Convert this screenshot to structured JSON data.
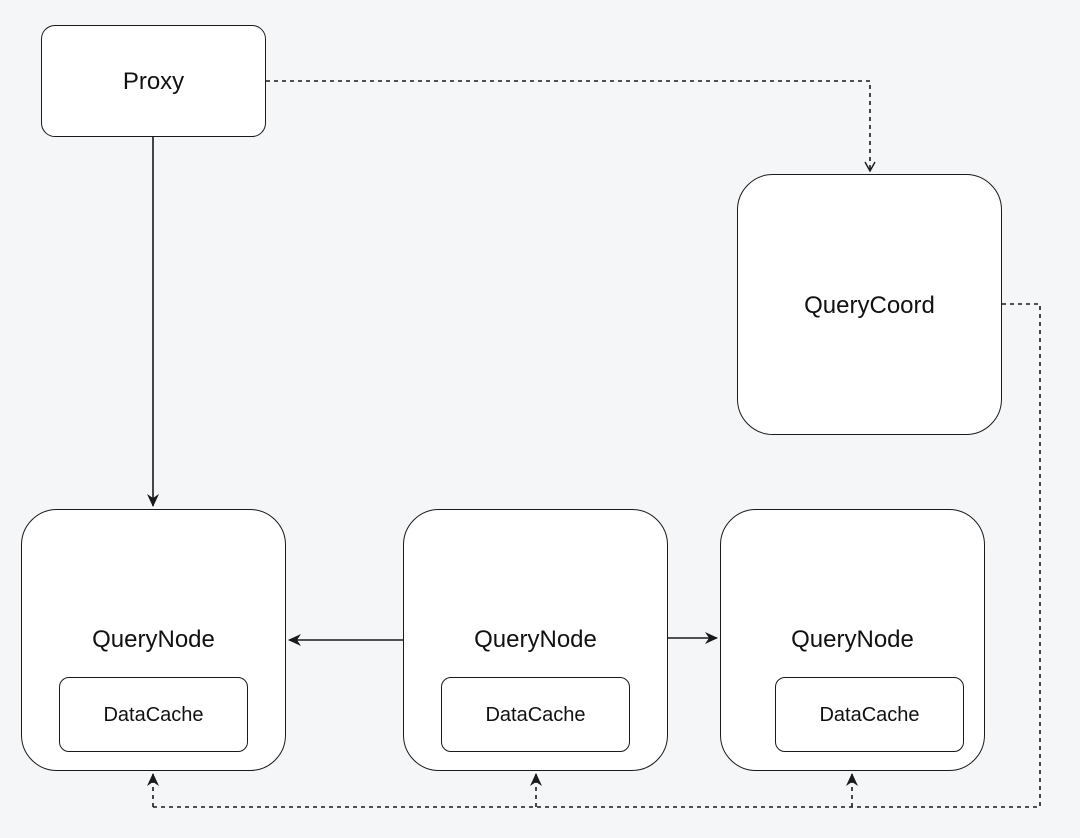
{
  "diagram": {
    "nodes": {
      "proxy": {
        "label": "Proxy"
      },
      "query_coord": {
        "label": "QueryCoord"
      },
      "query_nodes": [
        {
          "label": "QueryNode",
          "cache_label": "DataCache"
        },
        {
          "label": "QueryNode",
          "cache_label": "DataCache"
        },
        {
          "label": "QueryNode",
          "cache_label": "DataCache"
        }
      ]
    },
    "edges": [
      {
        "from": "proxy",
        "to": "query_coord",
        "style": "dashed"
      },
      {
        "from": "proxy",
        "to": "query_node_1",
        "style": "solid"
      },
      {
        "from": "query_node_2",
        "to": "query_node_1",
        "style": "solid"
      },
      {
        "from": "query_node_2",
        "to": "query_node_3",
        "style": "solid"
      },
      {
        "from": "query_coord",
        "to": "query_node_1",
        "style": "dashed"
      },
      {
        "from": "query_coord",
        "to": "query_node_2",
        "style": "dashed"
      },
      {
        "from": "query_coord",
        "to": "query_node_3",
        "style": "dashed"
      }
    ],
    "colors": {
      "background": "#f5f6f8",
      "box_fill": "#ffffff",
      "stroke": "#1a1a1a"
    }
  }
}
